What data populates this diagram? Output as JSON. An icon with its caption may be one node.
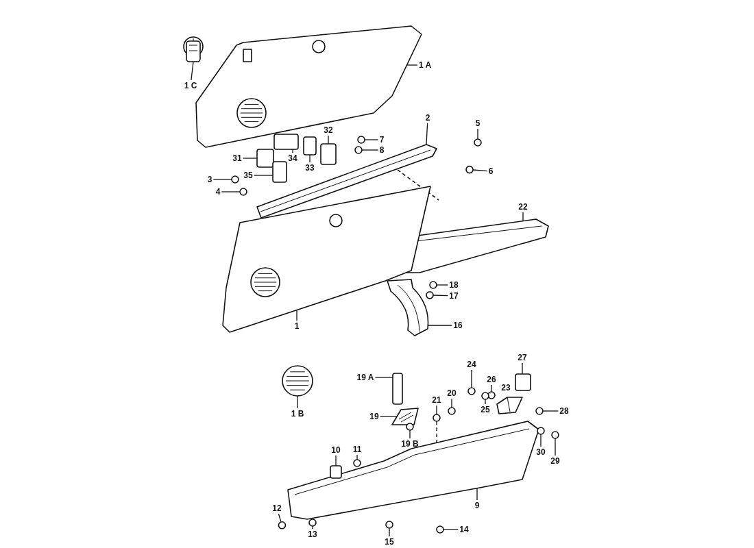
{
  "diagram": {
    "nodes": [
      {
        "text": [
          "1 C"
        ]
      },
      {
        "text": [
          "1 A"
        ]
      },
      {
        "text": [
          "2"
        ]
      },
      {
        "text": [
          "5"
        ]
      },
      {
        "text": [
          "32"
        ]
      },
      {
        "text": [
          "7"
        ]
      },
      {
        "text": [
          "8"
        ]
      },
      {
        "text": [
          "31"
        ]
      },
      {
        "text": [
          "34"
        ]
      },
      {
        "text": [
          "33"
        ]
      },
      {
        "text": [
          "35"
        ]
      },
      {
        "text": [
          "3"
        ]
      },
      {
        "text": [
          "6"
        ]
      },
      {
        "text": [
          "4"
        ]
      },
      {
        "text": [
          "22"
        ]
      },
      {
        "text": [
          "18"
        ]
      },
      {
        "text": [
          "17"
        ]
      },
      {
        "text": [
          "1"
        ]
      },
      {
        "text": [
          "16"
        ]
      },
      {
        "text": [
          "27"
        ]
      },
      {
        "text": [
          "24"
        ]
      },
      {
        "text": [
          "19 A"
        ]
      },
      {
        "text": [
          "26"
        ]
      },
      {
        "text": [
          "20"
        ]
      },
      {
        "text": [
          "21"
        ]
      },
      {
        "text": [
          "25"
        ]
      },
      {
        "text": [
          "28"
        ]
      },
      {
        "text": [
          "1 B"
        ]
      },
      {
        "text": [
          "19"
        ]
      },
      {
        "text": [
          "19 B"
        ]
      },
      {
        "text": [
          "30"
        ]
      },
      {
        "text": [
          "10"
        ]
      },
      {
        "text": [
          "29"
        ]
      },
      {
        "text": [
          "11"
        ]
      },
      {
        "text": [
          "9"
        ]
      },
      {
        "text": [
          "12"
        ]
      },
      {
        "text": [
          "13"
        ]
      },
      {
        "text": [
          "14"
        ]
      },
      {
        "text": [
          "15"
        ]
      },
      {
        "text": [],
        "shape": "picture"
      },
      {
        "text": [],
        "shape": "picture"
      },
      {
        "text": [],
        "shape": "picture"
      },
      {
        "text": [],
        "shape": "circle"
      },
      {
        "text": [],
        "shape": "box"
      },
      {
        "text": [],
        "shape": "circle"
      },
      {
        "text": [],
        "shape": "circle"
      },
      {
        "text": [],
        "shape": "box"
      },
      {
        "text": [],
        "shape": "box"
      },
      {
        "text": [],
        "shape": "box"
      },
      {
        "text": [],
        "shape": "box"
      },
      {
        "text": [],
        "shape": "circle"
      },
      {
        "text": [],
        "shape": "circle"
      },
      {
        "text": [],
        "shape": "circle"
      },
      {
        "text": [],
        "shape": "picture"
      },
      {
        "text": [],
        "shape": "circle"
      },
      {
        "text": [],
        "shape": "circle"
      },
      {
        "text": [],
        "shape": "picture"
      },
      {
        "text": [],
        "shape": "picture"
      },
      {
        "text": [],
        "shape": "box"
      },
      {
        "text": [],
        "shape": "circle"
      },
      {
        "text": [],
        "shape": "box"
      },
      {
        "text": [],
        "shape": "circle"
      },
      {
        "text": [],
        "shape": "circle"
      },
      {
        "text": [],
        "shape": "circle"
      },
      {
        "text": [],
        "shape": "circle"
      },
      {
        "text": [],
        "shape": "circle"
      },
      {
        "text": [],
        "shape": "picture"
      },
      {
        "text": [],
        "shape": "picture"
      },
      {
        "text": [],
        "shape": "circle"
      },
      {
        "text": [],
        "shape": "circle"
      },
      {
        "text": [],
        "shape": "box"
      },
      {
        "text": [],
        "shape": "circle"
      },
      {
        "text": [],
        "shape": "circle"
      },
      {
        "text": [],
        "shape": "picture"
      },
      {
        "text": [],
        "shape": "circle"
      },
      {
        "text": [],
        "shape": "circle"
      },
      {
        "text": [],
        "shape": "circle"
      },
      {
        "text": [],
        "shape": "circle"
      },
      {
        "text": [],
        "shape": "picture"
      }
    ],
    "edges": [
      {
        "from": 0,
        "to": 39,
        "arrow": "none"
      },
      {
        "from": 1,
        "to": 40,
        "arrow": "none"
      },
      {
        "from": 2,
        "to": 41,
        "arrow": "none"
      },
      {
        "from": 3,
        "to": 42,
        "arrow": "none"
      },
      {
        "from": 4,
        "to": 43,
        "arrow": "none"
      },
      {
        "from": 5,
        "to": 44,
        "arrow": "none"
      },
      {
        "from": 6,
        "to": 45,
        "arrow": "none"
      },
      {
        "from": 7,
        "to": 46,
        "arrow": "none"
      },
      {
        "from": 8,
        "to": 47,
        "arrow": "none"
      },
      {
        "from": 9,
        "to": 48,
        "arrow": "none"
      },
      {
        "from": 10,
        "to": 49,
        "arrow": "none"
      },
      {
        "from": 11,
        "to": 50,
        "arrow": "none"
      },
      {
        "from": 12,
        "to": 51,
        "arrow": "none"
      },
      {
        "from": 13,
        "to": 52,
        "arrow": "none"
      },
      {
        "from": 14,
        "to": 53,
        "arrow": "none"
      },
      {
        "from": 15,
        "to": 54,
        "arrow": "none"
      },
      {
        "from": 16,
        "to": 55,
        "arrow": "none"
      },
      {
        "from": 17,
        "to": 56,
        "arrow": "none"
      },
      {
        "from": 18,
        "to": 57,
        "arrow": "none"
      },
      {
        "from": 19,
        "to": 58,
        "arrow": "none"
      },
      {
        "from": 20,
        "to": 59,
        "arrow": "none"
      },
      {
        "from": 21,
        "to": 60,
        "arrow": "none"
      },
      {
        "from": 22,
        "to": 61,
        "arrow": "none"
      },
      {
        "from": 23,
        "to": 62,
        "arrow": "none"
      },
      {
        "from": 24,
        "to": 63,
        "arrow": "none"
      },
      {
        "from": 25,
        "to": 64,
        "arrow": "none"
      },
      {
        "from": 26,
        "to": 65,
        "arrow": "none"
      },
      {
        "from": 27,
        "to": 66,
        "arrow": "none"
      },
      {
        "from": 28,
        "to": 67,
        "arrow": "none"
      },
      {
        "from": 29,
        "to": 68,
        "arrow": "none"
      },
      {
        "from": 30,
        "to": 69,
        "arrow": "none"
      },
      {
        "from": 31,
        "to": 70,
        "arrow": "none"
      },
      {
        "from": 32,
        "to": 71,
        "arrow": "none"
      },
      {
        "from": 33,
        "to": 72,
        "arrow": "none"
      },
      {
        "from": 34,
        "to": 73,
        "arrow": "none"
      },
      {
        "from": 35,
        "to": 74,
        "arrow": "none"
      },
      {
        "from": 36,
        "to": 75,
        "arrow": "none"
      },
      {
        "from": 37,
        "to": 76,
        "arrow": "none"
      },
      {
        "from": 38,
        "to": 77,
        "arrow": "none"
      },
      {
        "from": 63,
        "to": 73,
        "arrow": "none",
        "style": "dashed"
      }
    ],
    "labels": [
      "23"
    ]
  }
}
